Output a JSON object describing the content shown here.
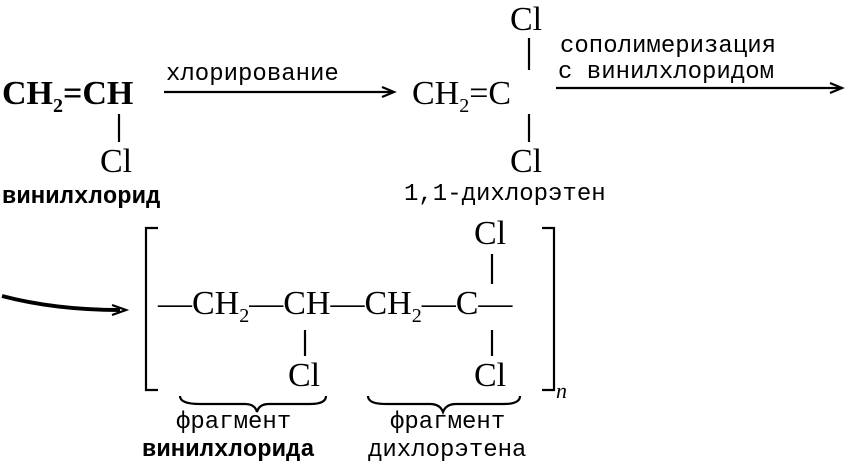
{
  "monomer1": {
    "formula_left": "CH",
    "subscript": "2",
    "formula_right": "=CH",
    "substituent": "Cl",
    "name": "винилхлорид"
  },
  "step1_label": "хлорирование",
  "monomer2": {
    "formula_left": "CH",
    "subscript": "2",
    "formula_right": "=C",
    "substituent_top": "Cl",
    "substituent_bottom": "Cl",
    "name": "1,1-дихлорэтен"
  },
  "step2_label_line1": "сополимеризация",
  "step2_label_line2": "с винилхлоридом",
  "polymer": {
    "dash_start": "—",
    "g1": "CH",
    "g1_sub": "2",
    "g2": "—CH—",
    "g3": "CH",
    "g3_sub": "2",
    "g4": "—C—",
    "cl_vc": "Cl",
    "cl_top": "Cl",
    "cl_bottom": "Cl",
    "repeat_index": "n",
    "fragment1_line1": "фрагмент",
    "fragment1_line2": "винилхлорида",
    "fragment2_line1": "фрагмент",
    "fragment2_line2": "дихлорэтена"
  }
}
